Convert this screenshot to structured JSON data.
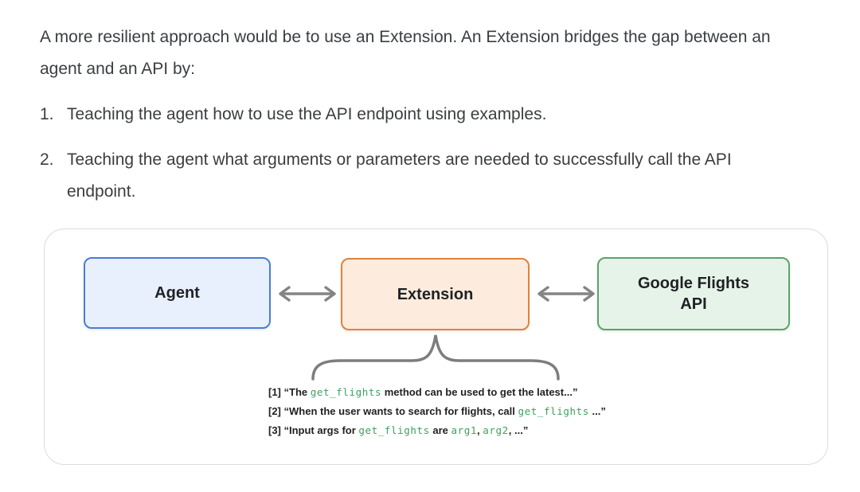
{
  "intro": {
    "text": "A more resilient approach would be to use an Extension. An Extension bridges the gap between an agent and an API by:"
  },
  "list": {
    "items": [
      {
        "number": "1.",
        "text": "Teaching the agent how to use the API endpoint using examples."
      },
      {
        "number": "2.",
        "text": "Teaching the agent what arguments or parameters are needed to successfully call the API endpoint."
      }
    ]
  },
  "diagram": {
    "boxes": {
      "agent": {
        "label": "Agent",
        "border_color": "#4a7dd6",
        "fill_color": "#e8f0fe"
      },
      "extension": {
        "label": "Extension",
        "border_color": "#e0823c",
        "fill_color": "#fdecdd"
      },
      "api": {
        "label_line1": "Google Flights",
        "label_line2": "API",
        "border_color": "#5aa468",
        "fill_color": "#e6f3e9"
      }
    },
    "arrow_color": "#848484",
    "brace_color": "#7d7d7d",
    "code_color": "#3fa05e",
    "annotations": [
      {
        "segments": [
          {
            "text": "[1] “The "
          },
          {
            "text": "get_flights",
            "code": true
          },
          {
            "text": " method can be used to get the latest...”"
          }
        ]
      },
      {
        "segments": [
          {
            "text": "[2] “When the user wants to search for flights, call "
          },
          {
            "text": "get_flights",
            "code": true
          },
          {
            "text": " ...”"
          }
        ]
      },
      {
        "segments": [
          {
            "text": "[3] “Input args for "
          },
          {
            "text": "get_flights",
            "code": true
          },
          {
            "text": " are "
          },
          {
            "text": "arg1",
            "code": true
          },
          {
            "text": ", "
          },
          {
            "text": "arg2",
            "code": true
          },
          {
            "text": ", ...”"
          }
        ]
      }
    ]
  }
}
